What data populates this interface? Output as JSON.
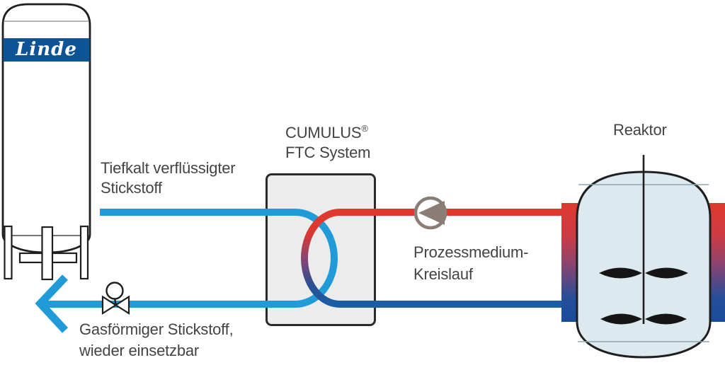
{
  "colors": {
    "pipe_blue": "#209BD8",
    "pipe_red": "#E0392E",
    "pipe_navy": "#1A5EA5",
    "linde_blue": "#0D5496",
    "pump_gray": "#8A7D75",
    "box_fill": "#ECECEC",
    "vessel_fill": "#DCE9EF",
    "outline": "#1F1F1F",
    "text_gray": "#434343"
  },
  "icons": {
    "pump": "pump-circle-triangle-left",
    "valve": "globe-valve-bowtie",
    "flow_arrow": "left-arrow"
  },
  "tank": {
    "brand": "Linde"
  },
  "labels": {
    "supply": {
      "line1": "Tiefkalt verflüssigter",
      "line2": "Stickstoff"
    },
    "exchanger": {
      "name": "CUMULUS",
      "trademark": "®",
      "system": "FTC System"
    },
    "process": {
      "line1": "Prozessmedium-",
      "line2": "Kreislauf"
    },
    "return": {
      "line1": "Gasförmiger Stickstoff,",
      "line2": "wieder einsetzbar"
    },
    "reactor": "Reaktor"
  }
}
